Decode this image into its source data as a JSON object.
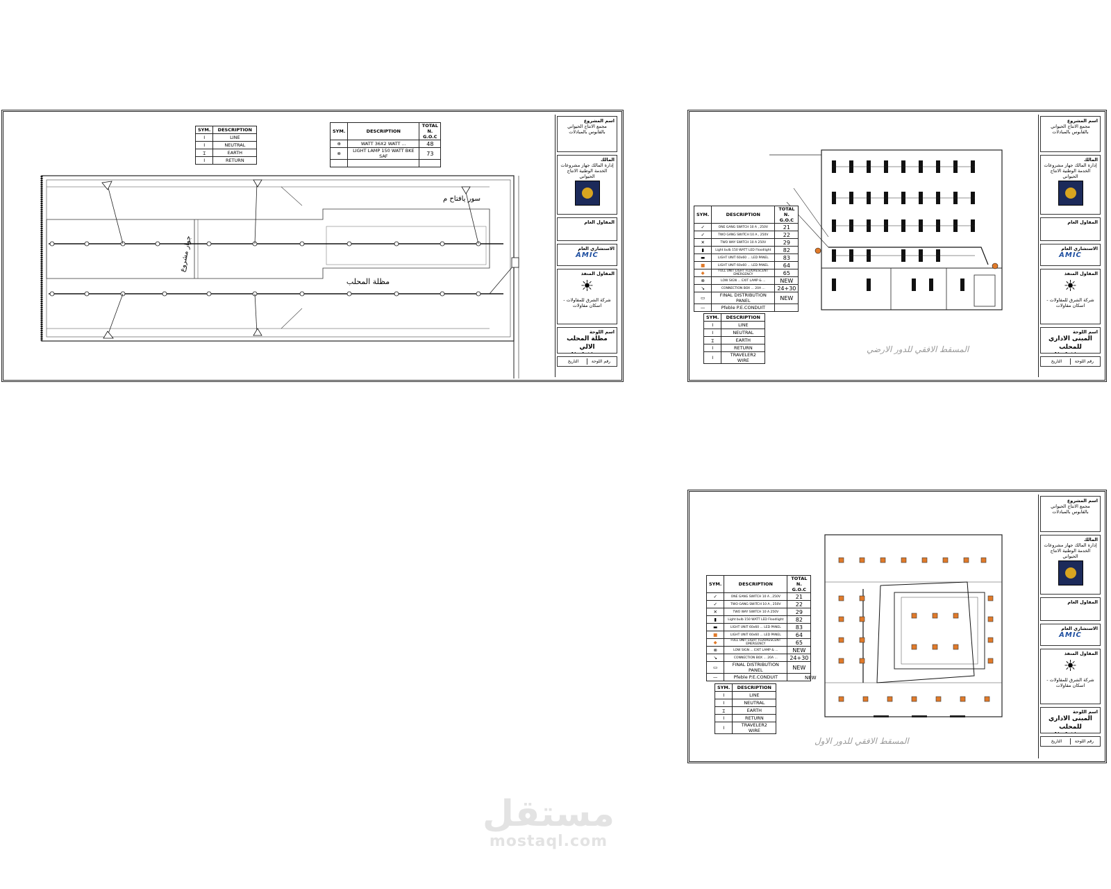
{
  "sheets": {
    "sheet1": {
      "labels": {
        "area_label": "مظلة المحلب",
        "corridor_label": "جوار مشروع",
        "top_label": "سور يافتاح م"
      },
      "legend_wires": {
        "header": [
          "SYM.",
          "DESCRIPTION"
        ],
        "rows": [
          "LINE",
          "NEUTRAL",
          "EARTH",
          "RETURN"
        ]
      },
      "legend_fixtures": {
        "header": [
          "SYM.",
          "DESCRIPTION",
          "TOTAL N. G.O.C"
        ],
        "rows": [
          {
            "desc": "WATT 36X2 WATT ...",
            "num": "48"
          },
          {
            "desc": "LIGHT LAMP 150 WATT BKE SAF",
            "num": "73"
          },
          {
            "desc": "",
            "num": ""
          }
        ]
      },
      "title_block": {
        "project_label": "اسم المشروع",
        "project": "مجمع الانتاج الحيواني بالقابوس بالمبادلات",
        "owner_label": "المالك",
        "owner": "إدارة المالك جهاز مشروعات الخدمة الوطنية الانتاج الحيواني",
        "consultant_label": "الاستشاري العام",
        "designer_label": "المقاول العام",
        "contractor_label": "المقاول المنفذ",
        "contractor": "شركة الشرق للمقاولات - اسكان مقاولات",
        "drawing_label": "اسم اللوحة",
        "drawing": "مظلة المحلب الالي",
        "drawing_en": "lighting",
        "date_label": "التاريخ",
        "no_label": "رقم اللوحة",
        "amic": "AMIC"
      }
    },
    "sheet2": {
      "caption": "المسقط الافقي للدور الارضي",
      "legend_fixtures": {
        "header": [
          "SYM.",
          "DESCRIPTION",
          "TOTAL N. G.O.C"
        ],
        "rows": [
          {
            "desc": "ONE GANG SWITCH 10 A , 250V",
            "num": "21"
          },
          {
            "desc": "TWO GANG SWITCH 10 A , 250V",
            "num": "22"
          },
          {
            "desc": "TWO WAY SWITCH 10 A 250V",
            "num": "29"
          },
          {
            "desc": "Light bulb 150 WATT LED Floodlight",
            "num": "82"
          },
          {
            "desc": "LIGHT UNIT 60x60 ... LED PANEL",
            "num": "83"
          },
          {
            "desc": "LIGHT UNIT 60x60 ... LED PANEL",
            "num": "64"
          },
          {
            "desc": "FULL UNIT LIGHT FLUORESCENT EMERGENCY",
            "num": "65"
          },
          {
            "desc": "LOW SIGN ... EXIT LAMP & ...",
            "num": "NEW"
          },
          {
            "desc": "CONNECTION BOX ... 20A ...",
            "num": "24+30"
          },
          {
            "desc": "FINAL DISTRIBUTION PANEL",
            "num": "NEW"
          },
          {
            "desc": "Pfeble P.E.CONDUIT",
            "num": ""
          }
        ]
      },
      "legend_wires": {
        "header": [
          "SYM.",
          "DESCRIPTION"
        ],
        "rows": [
          "LINE",
          "NEUTRAL",
          "EARTH",
          "RETURN",
          "TRAVELER2 WIRE"
        ]
      },
      "title_block": {
        "drawing": "المبنى الاداري للمحلب",
        "drawing_en": "lighting"
      }
    },
    "sheet3": {
      "caption": "المسقط الافقي للدور الاول",
      "legend_fixtures": {
        "header": [
          "SYM.",
          "DESCRIPTION",
          "TOTAL N. G.O.C"
        ],
        "rows": [
          {
            "desc": "ONE GANG SWITCH 10 A , 250V",
            "num": "21"
          },
          {
            "desc": "TWO GANG SWITCH 10 A , 250V",
            "num": "22"
          },
          {
            "desc": "TWO WAY SWITCH 10 A 250V",
            "num": "29"
          },
          {
            "desc": "Light bulb 150 WATT LED Floodlight",
            "num": "82"
          },
          {
            "desc": "LIGHT UNIT 60x60 ... LED PANEL",
            "num": "83"
          },
          {
            "desc": "LIGHT UNIT 60x60 ... LED PANEL",
            "num": "64"
          },
          {
            "desc": "FULL UNIT LIGHT FLUORESCENT EMERGENCY",
            "num": "65"
          },
          {
            "desc": "LOW SIGN ... EXIT LAMP & ...",
            "num": "NEW"
          },
          {
            "desc": "CONNECTION BOX ... 20A ...",
            "num": "24+30"
          },
          {
            "desc": "FINAL DISTRIBUTION PANEL",
            "num": "NEW"
          },
          {
            "desc": "Pfeble P.E.CONDUIT",
            "num": ""
          }
        ],
        "extra": "NEW"
      },
      "legend_wires": {
        "header": [
          "SYM.",
          "DESCRIPTION"
        ],
        "rows": [
          "LINE",
          "NEUTRAL",
          "EARTH",
          "RETURN",
          "TRAVELER2 WIRE"
        ]
      },
      "title_block": {
        "drawing": "المبنى الاداري للمحلب",
        "drawing_en": "lighting"
      }
    }
  },
  "watermark": {
    "arabic": "مستقل",
    "latin": "mostaql.com"
  },
  "colors": {
    "line": "#222222",
    "fixture_orange": "#e07a2a",
    "watermark": "#e3e3e3",
    "caption": "#9a9a9a",
    "brand_blue": "#1f4fa0"
  }
}
